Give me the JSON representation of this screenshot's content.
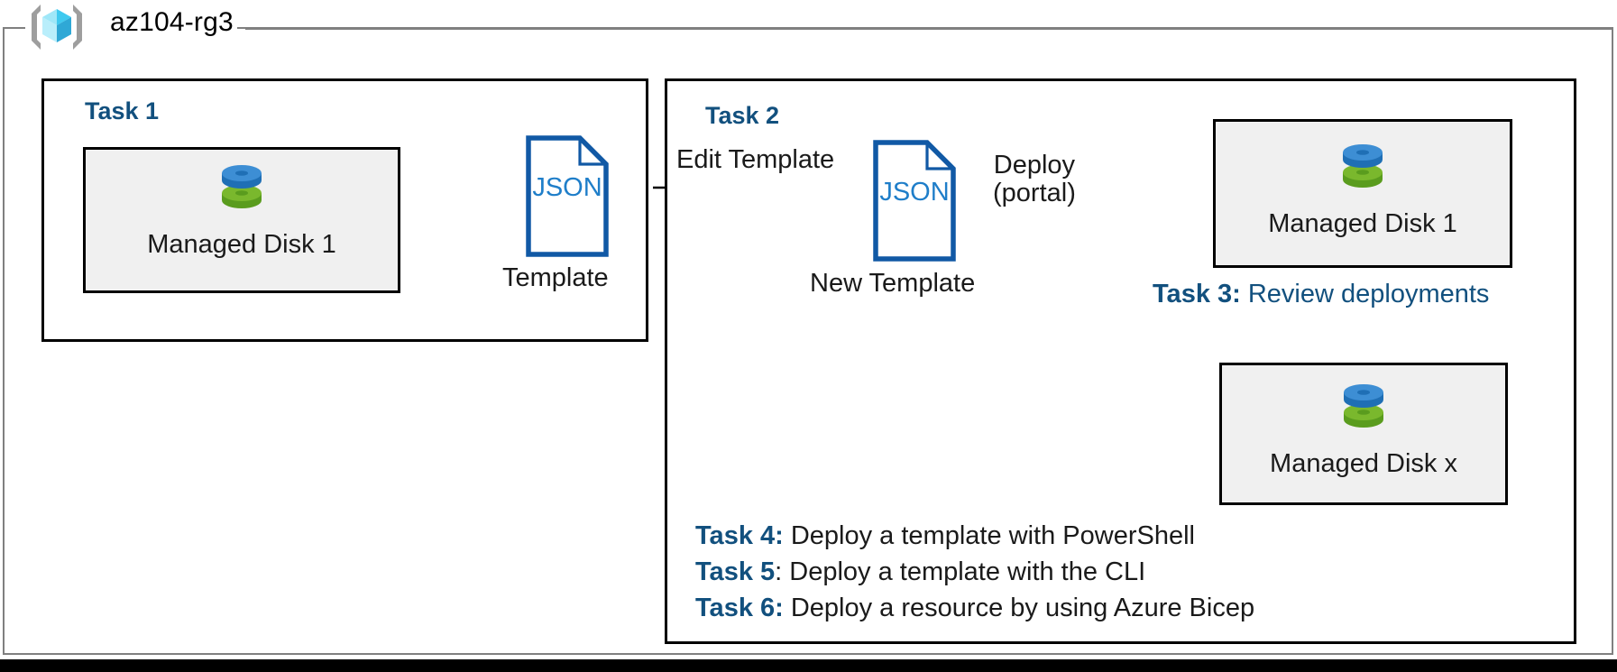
{
  "resource_group": {
    "name": "az104-rg3",
    "icon": "azure-resource-group-cube-icon"
  },
  "task1": {
    "heading": "Task 1",
    "resource": {
      "label": "Managed Disk 1",
      "icon": "managed-disk-icon"
    },
    "template": {
      "doc_text": "JSON",
      "caption": "Template",
      "icon": "json-document-icon"
    },
    "edge_label": ""
  },
  "task2": {
    "heading": "Task 2",
    "edit_edge_label": "Edit Template",
    "template": {
      "doc_text": "JSON",
      "caption": "New Template",
      "icon": "json-document-icon"
    },
    "deploy_edge_label_line1": "Deploy",
    "deploy_edge_label_line2": "(portal)",
    "resource_top": {
      "label": "Managed Disk 1",
      "icon": "managed-disk-icon"
    },
    "resource_bottom": {
      "label": "Managed Disk x",
      "icon": "managed-disk-icon"
    }
  },
  "notes": {
    "task3_key": "Task 3:",
    "task3_text": " Review deployments",
    "task4_key": "Task 4:",
    "task4_text": " Deploy a template with PowerShell",
    "task5_key": "Task 5",
    "task5_text": ": Deploy a template with the CLI",
    "task6_key": "Task 6:",
    "task6_text": " Deploy a resource by using Azure Bicep"
  },
  "colors": {
    "accent_navy": "#12507e",
    "json_blue": "#1267b4",
    "json_outline_blue": "#1159a5",
    "tile_fill": "#f0f0f0",
    "frame_gray": "#808080",
    "disk_blue": "#3c8fd4",
    "disk_green": "#76b82a"
  }
}
